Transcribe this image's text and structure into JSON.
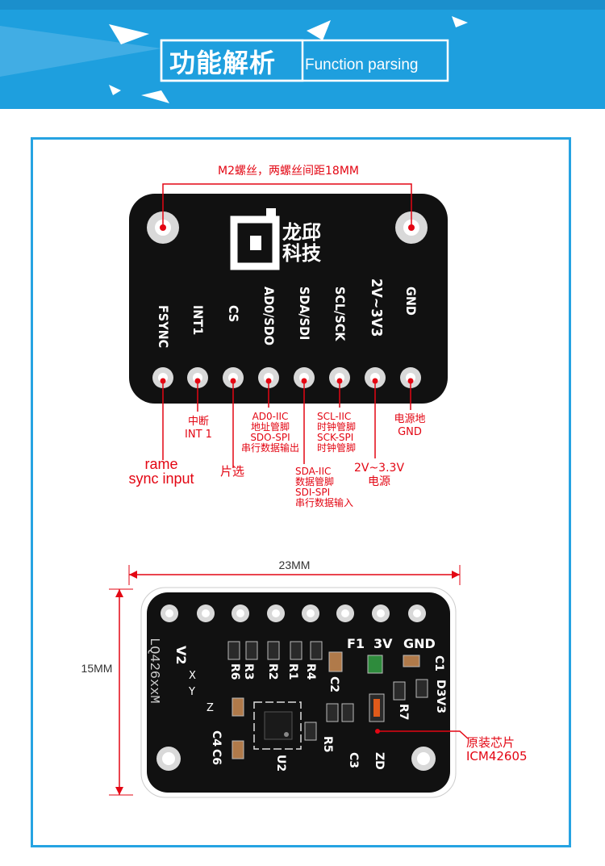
{
  "header": {
    "title_cn": "功能解析",
    "title_en": "Function parsing"
  },
  "top_board": {
    "screw_note": "M2螺丝，两螺丝间距18MM",
    "logo_line1": "龙邱",
    "logo_line2": "科技",
    "pins": [
      "FSYNC",
      "INT1",
      "CS",
      "AD0/SDO",
      "SDA/SDI",
      "SCL/SCK",
      "2V~3V3",
      "GND"
    ],
    "annotations": {
      "fsync": [
        "rame",
        "sync input"
      ],
      "int1": [
        "中断",
        "INT 1"
      ],
      "cs": [
        "片选"
      ],
      "ad0": [
        "AD0-IIC",
        "地址管脚",
        "SDO-SPI",
        "串行数据输出"
      ],
      "sda": [
        "SDA-IIC",
        "数据管脚",
        "SDI-SPI",
        "串行数据输入"
      ],
      "scl": [
        "SCL-IIC",
        "时钟管脚",
        "SCK-SPI",
        "时钟管脚"
      ],
      "power": [
        "2V~3.3V",
        "电源"
      ],
      "gnd": [
        "电源地",
        "GND"
      ]
    }
  },
  "bottom_board": {
    "width_label": "23MM",
    "height_label": "15MM",
    "model_text": "LQ426xxM",
    "version_text": "V2",
    "axes": [
      "X",
      "Y",
      "Z"
    ],
    "silk": [
      "F1",
      "3V",
      "GND",
      "C1",
      "D3V3",
      "R6",
      "R3",
      "R2",
      "R1",
      "R4",
      "C2",
      "R7",
      "C4",
      "C6",
      "U2",
      "R5",
      "C3",
      "ZD"
    ],
    "chip_label": [
      "原装芯片",
      "ICM42605"
    ]
  },
  "colors": {
    "header_blue": "#1e9fde",
    "frame_blue": "#26a3e2",
    "annotation_red": "#e30613",
    "board_black": "#111111"
  }
}
